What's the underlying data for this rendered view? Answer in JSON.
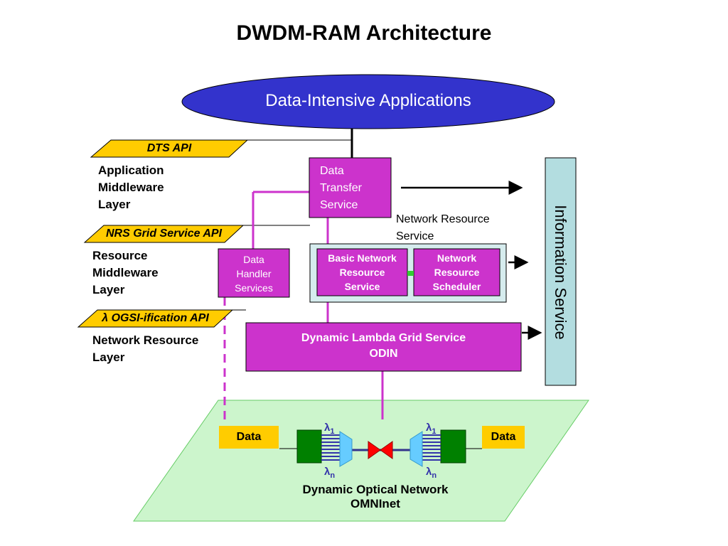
{
  "title": "DWDM-RAM Architecture",
  "applications": {
    "label": "Data-Intensive Applications"
  },
  "apis": {
    "dts": "DTS API",
    "nrs": "NRS Grid Service API",
    "ogsi_symbol": "λ",
    "ogsi": " OGSI-ification API"
  },
  "layers": {
    "application": [
      "Application",
      "Middleware",
      "Layer"
    ],
    "resource": [
      "Resource",
      "Middleware",
      "Layer"
    ],
    "network": [
      "Network Resource",
      "Layer"
    ]
  },
  "services": {
    "data_transfer": [
      "Data",
      "Transfer",
      "Service"
    ],
    "data_handler": [
      "Data",
      "Handler",
      "Services"
    ],
    "nrs_caption": [
      "Network Resource",
      "Service"
    ],
    "basic_nrs": [
      "Basic Network",
      "Resource",
      "Service"
    ],
    "scheduler": [
      "Network",
      "Resource",
      "Scheduler"
    ],
    "dlgs": [
      "Dynamic Lambda Grid Service",
      "ODIN"
    ],
    "information": "Information Service"
  },
  "optical": {
    "data_left": "Data",
    "data_right": "Data",
    "lambda": "λ",
    "sub_1": "1",
    "sub_n": "n",
    "caption": [
      "Dynamic Optical Network",
      "OMNInet"
    ]
  },
  "colors": {
    "ellipse": "#3333cc",
    "magenta_box": "#cc33cc",
    "api_tag": "#ffcc00",
    "info_service": "#b3dde0",
    "nrs_container": "#d6ecee",
    "optical_plane": "#ccf5cc",
    "optical_green": "#008000",
    "connector_teal": "#66cccc",
    "bowtie_red": "#ff0000"
  }
}
